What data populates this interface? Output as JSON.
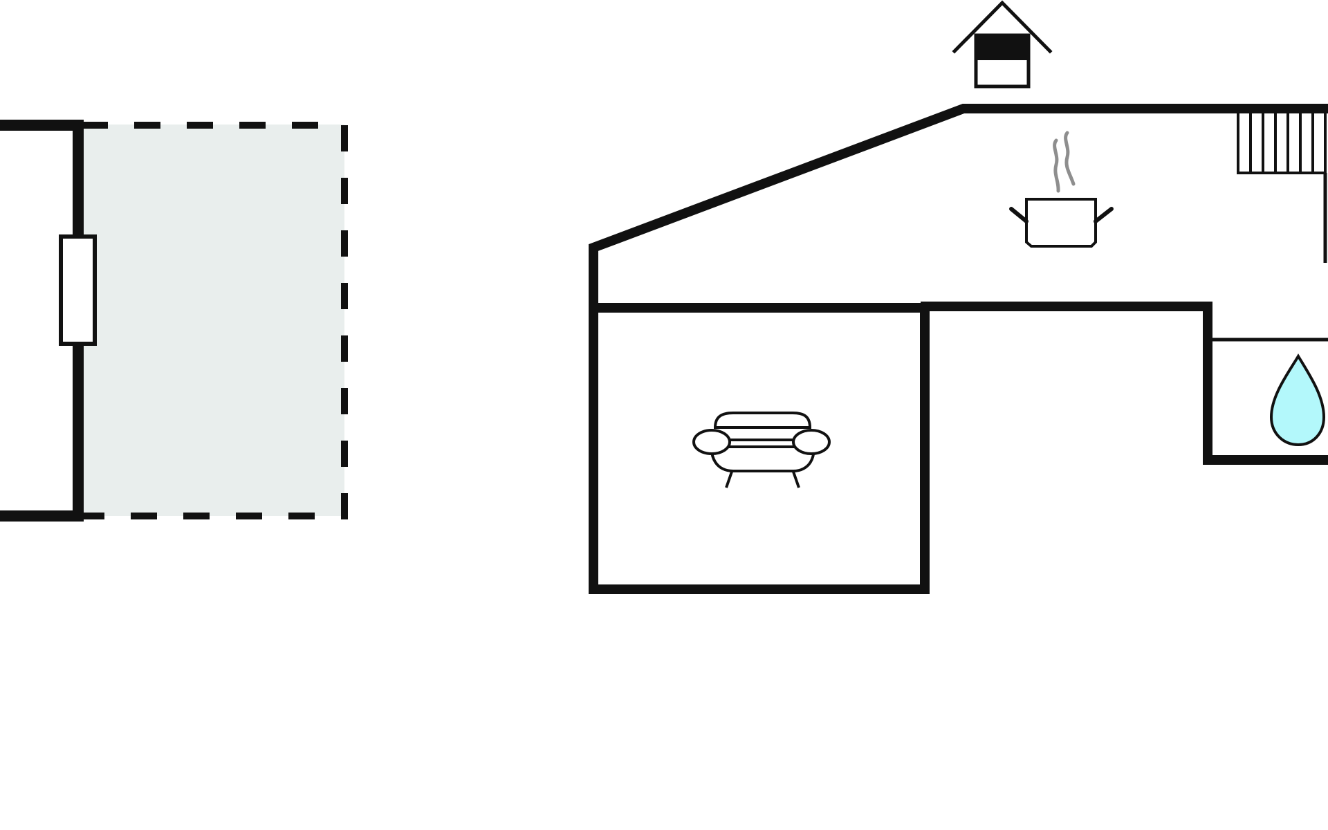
{
  "floor_plan": {
    "colors": {
      "background": "#ffffff",
      "wall": "#111111",
      "terrace_fill": "#e9eeed",
      "water_drop": "#b3f8fb",
      "steam": "#8e8e8e"
    },
    "rooms": [
      {
        "name": "terrace",
        "icon": "none"
      },
      {
        "name": "kitchen",
        "icon": "cooking-pot-icon"
      },
      {
        "name": "living-room",
        "icon": "sofa-icon"
      },
      {
        "name": "bathroom",
        "icon": "water-drop-icon"
      },
      {
        "name": "entrance",
        "icon": "house-entrance-icon"
      }
    ],
    "features": [
      "staircase",
      "door",
      "window"
    ]
  }
}
